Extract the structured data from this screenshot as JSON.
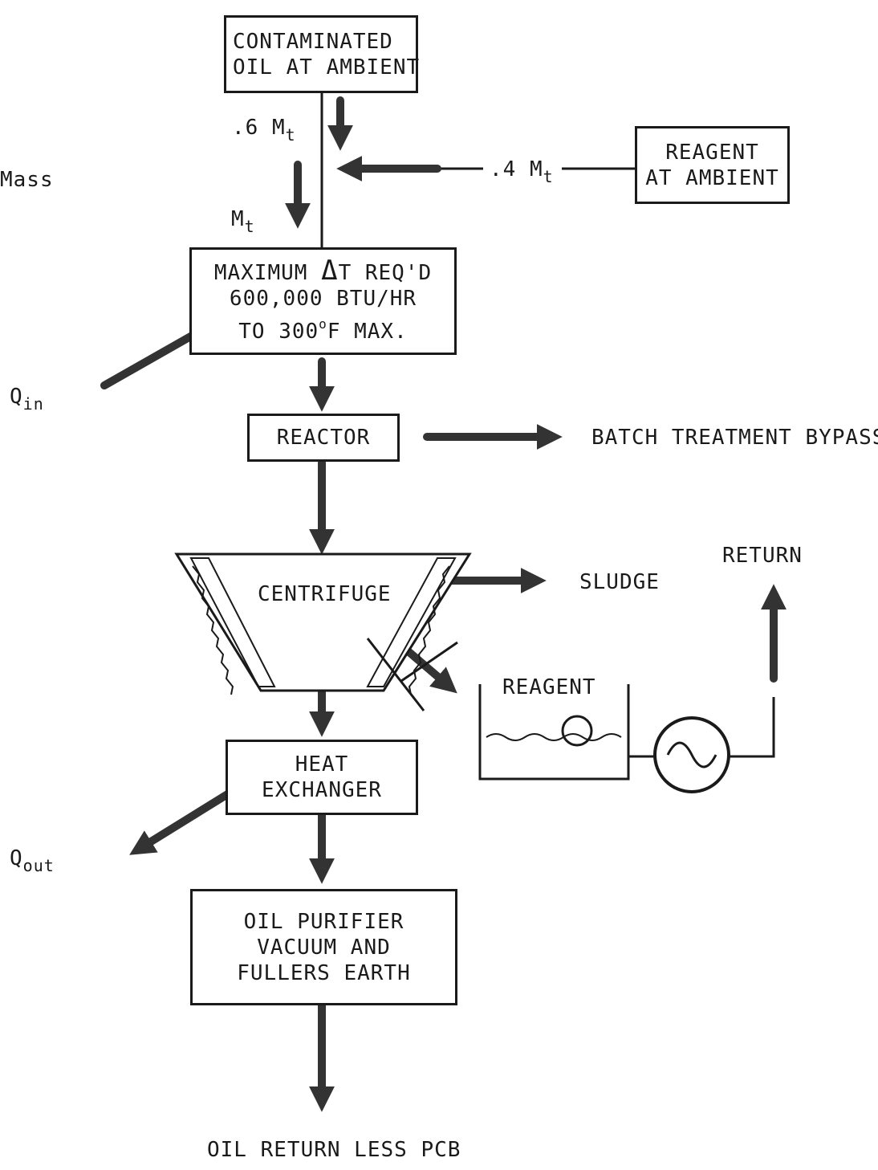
{
  "boxes": {
    "contaminated_oil": [
      "CONTAMINATED",
      "OIL AT AMBIENT"
    ],
    "reagent_ambient": [
      "REAGENT",
      "AT AMBIENT"
    ],
    "heater": {
      "line1_pre": "MAXIMUM ",
      "delta": "Δ",
      "line1_post": "T REQ'D",
      "line2": "600,000 BTU/HR",
      "line3_pre": "TO 300",
      "degree": "o",
      "line3_post": "F MAX."
    },
    "reactor": "REACTOR",
    "centrifuge": "CENTRIFUGE",
    "heat_exchanger": [
      "HEAT",
      "EXCHANGER"
    ],
    "oil_purifier": [
      "OIL PURIFIER",
      "VACUUM AND",
      "FULLERS EARTH"
    ]
  },
  "labels": {
    "mass": "Mass",
    "oil_fraction": ".6 M",
    "reagent_fraction": ".4 M",
    "total_mass": "M",
    "subscript_t": "t",
    "q_in": "Q",
    "q_in_sub": "in",
    "q_out": "Q",
    "q_out_sub": "out",
    "batch_bypass": "BATCH TREATMENT BYPASS",
    "sludge": "SLUDGE",
    "return": "RETURN",
    "reagent_tank": "REAGENT",
    "oil_return": "OIL RETURN LESS PCB"
  },
  "colors": {
    "line": "#1a1a1a",
    "arrow": "#333333"
  }
}
